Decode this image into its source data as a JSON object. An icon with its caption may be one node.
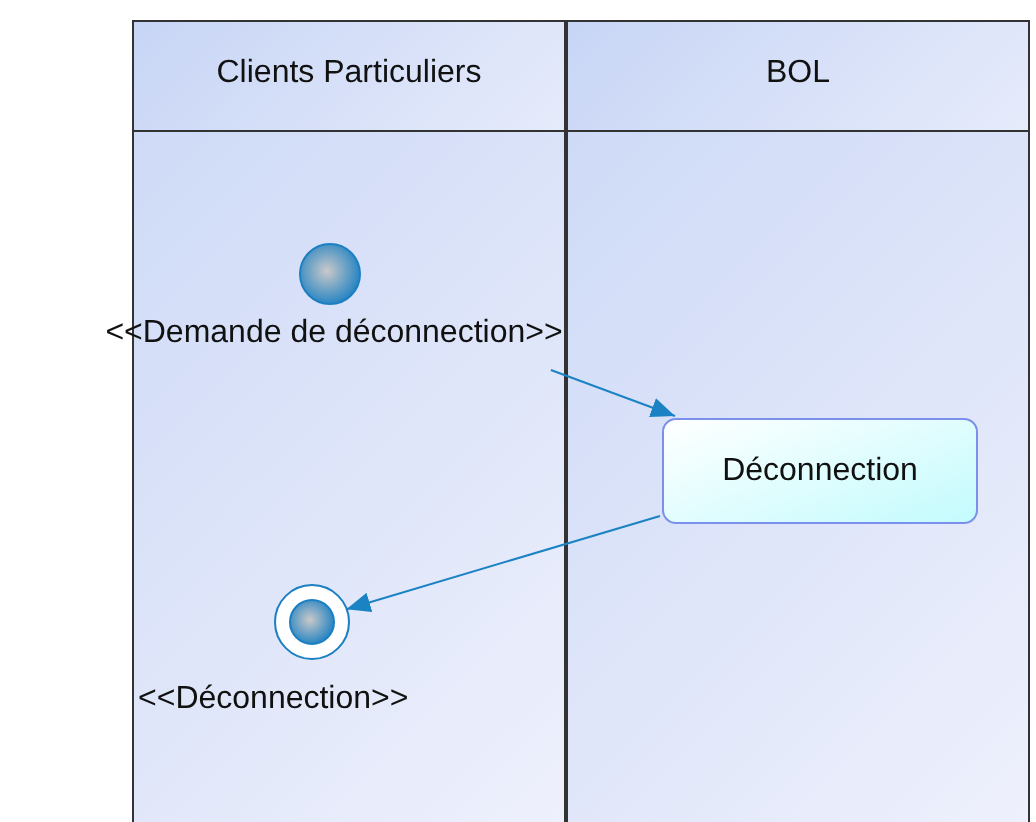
{
  "diagram": {
    "nodes": [
      {
        "text": [
          "Clients Particuliers"
        ]
      },
      {
        "text": [
          "BOL"
        ]
      },
      {
        "text": [],
        "shape": "circle",
        "in": 0,
        "beside": [
          "<<Demande de déconnection>>"
        ]
      },
      {
        "text": [
          "Déconnection"
        ],
        "in": 1
      },
      {
        "text": [],
        "shape": "circle",
        "in": 0,
        "beside": [
          "<<Déconnection>>"
        ]
      }
    ],
    "edges": [
      {
        "from": 2,
        "to": 3,
        "arrow": "to"
      },
      {
        "from": 3,
        "to": 4,
        "arrow": "to"
      }
    ]
  }
}
